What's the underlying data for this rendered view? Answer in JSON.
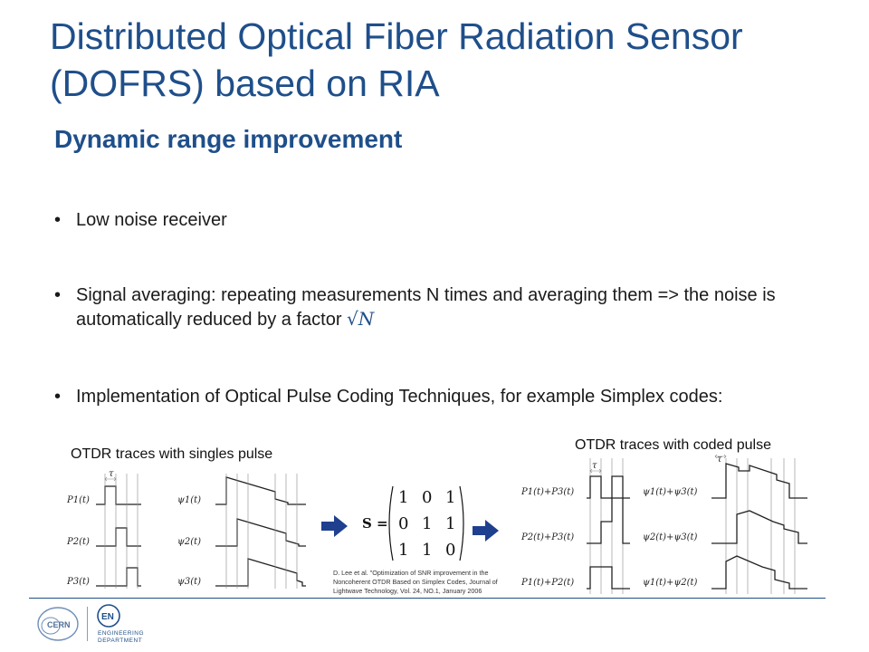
{
  "slide": {
    "title": "Distributed Optical Fiber Radiation Sensor (DOFRS) based on RIA",
    "subtitle": "Dynamic range improvement",
    "bullets": [
      {
        "text": "Low noise receiver"
      },
      {
        "text": "Signal averaging: repeating measurements N times and averaging them => the noise is automatically reduced by a factor ",
        "math": "√N"
      },
      {
        "text": "Implementation of Optical Pulse Coding Techniques, for example Simplex codes:"
      }
    ],
    "bullet_glyph": "•"
  },
  "figures": {
    "single_caption": "OTDR traces with singles pulse",
    "coded_caption": "OTDR traces with coded pulse",
    "tau": "τ",
    "single_inputs": [
      "P1(t)",
      "P2(t)",
      "P3(t)"
    ],
    "single_outputs": [
      "ψ1(t)",
      "ψ2(t)",
      "ψ3(t)"
    ],
    "coded_inputs": [
      "P1(t)+P3(t)",
      "P2(t)+P3(t)",
      "P1(t)+P2(t)"
    ],
    "coded_outputs": [
      "ψ1(t)+ψ3(t)",
      "ψ2(t)+ψ3(t)",
      "ψ1(t)+ψ2(t)"
    ],
    "matrix_label": "S =",
    "matrix": [
      [
        "1",
        "0",
        "1"
      ],
      [
        "0",
        "1",
        "1"
      ],
      [
        "1",
        "1",
        "0"
      ]
    ],
    "reference": "D. Lee et al. \"Optimization of SNR improvement in the Noncoherent OTDR Based on Simplex Codes, Journal of Lightwave Technology, Vol. 24, NO.1, January 2006"
  },
  "footer": {
    "cern_logo": "CERN",
    "en_logo": "EN",
    "dept_line1": "ENGINEERING",
    "dept_line2": "DEPARTMENT"
  },
  "colors": {
    "title": "#1f4f8a",
    "arrow": "#1f3f8f",
    "text": "#1a1a1a"
  },
  "icons": [
    "arrow-right-icon",
    "cern-logo",
    "en-logo"
  ]
}
